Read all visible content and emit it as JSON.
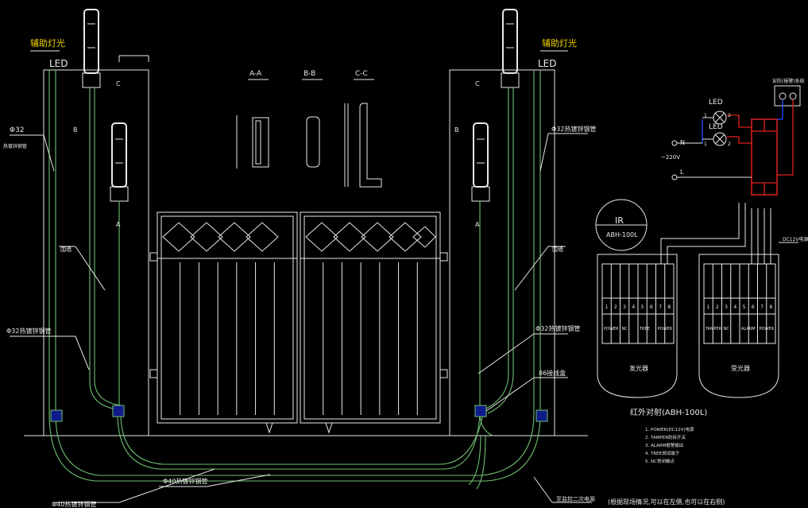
{
  "labels": {
    "aux_light_left": "辅助灯光",
    "aux_light_right": "辅助灯光",
    "led_left": "LED",
    "led_right": "LED",
    "section_aa": "A-A",
    "section_bb": "B-B",
    "section_cc": "C-C",
    "pipe_phi32_left": "Φ32",
    "pipe_galv_left": "热镀锌钢管",
    "pipe_phi32_right": "Φ32热镀锌钢管",
    "wall_left": "围墙",
    "wall_right": "围墙",
    "pipe_phi32_mid_left": "Φ32热镀锌钢管",
    "pipe_phi32_mid_right": "Φ32热镀锌钢管",
    "box_86": "86接线盒",
    "pipe_phi40_bottom": "Φ40热镀锌钢管",
    "pipe_phi40_left": "Φ40热镀锌钢管",
    "to_secondary": "至监控二次电源",
    "post_left_a": "A",
    "post_left_c": "C",
    "post_left_b": "B",
    "post_right_a": "A",
    "post_right_c": "C",
    "post_right_b": "B",
    "ir_label": "IR",
    "ir_model_small": "ABH-100L",
    "ir_title": "红外对射(ABH-100L)",
    "emitter": "发光器",
    "receiver": "受光器",
    "alarm_system": "安防(报警)系统",
    "led1": "LED",
    "led2": "LED",
    "n_label": "N",
    "l_label": "L",
    "vac": "~220V",
    "dc_label": "DC12V电源",
    "num1": "1",
    "num2": "2",
    "num1b": "1",
    "num2b": "2",
    "note_bottom": "(根据现场情况,可以在左侧,也可以在右侧)",
    "terminals_left": [
      "1",
      "2",
      "3",
      "4",
      "5",
      "6",
      "7",
      "8"
    ],
    "terminals_right": [
      "1",
      "2",
      "3",
      "4",
      "5",
      "6",
      "7",
      "8"
    ],
    "term_labels_left": [
      "POWER",
      "NC",
      "TREE",
      "POWER"
    ],
    "term_labels_right": [
      "TAMPER",
      "NC",
      "ALARM",
      "POWER"
    ],
    "notes": [
      "1. POWER(DC12V)电源",
      "2. TAMPER防拆开关",
      "3. ALARM报警输出",
      "4. TREE测试端子",
      "5. NC常闭触点"
    ]
  },
  "colors": {
    "background": "#000000",
    "line": "#e8e8e8",
    "conduit": "#6fbf6f",
    "label_yellow": "#f0d000",
    "wire_red": "#e02020",
    "wire_blue": "#2050ff",
    "junction_box": "#101a8a"
  }
}
